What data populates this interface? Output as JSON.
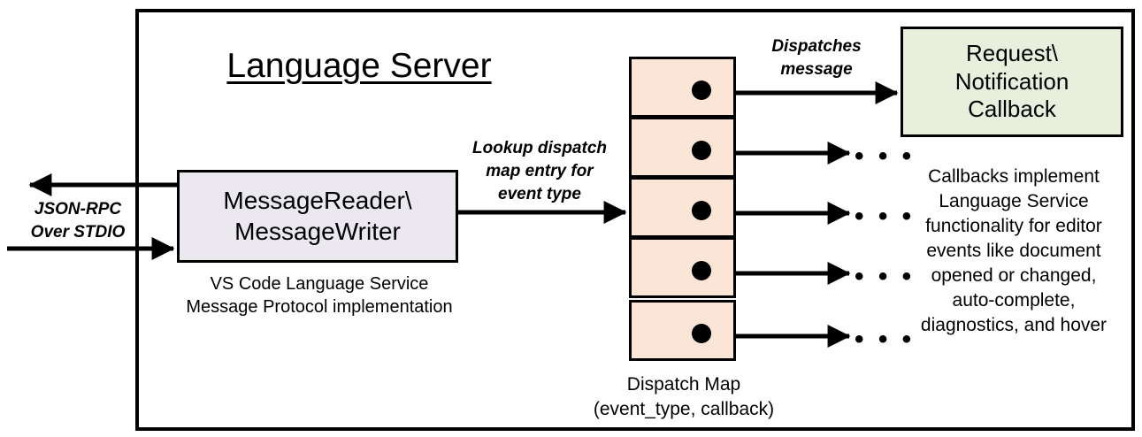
{
  "diagram": {
    "title": "Language Server",
    "frame_name": "language-server-boundary",
    "colors": {
      "reader_fill": "#EBE8F0",
      "dispatch_fill": "#FBE5D6",
      "callback_fill": "#E8EFDD",
      "stroke": "#000000",
      "background": "#FFFFFF"
    }
  },
  "external_io": {
    "label": "JSON-RPC\nOver STDIO",
    "outbound_arrow": "arrow-out-to-client",
    "inbound_arrow": "arrow-in-from-client"
  },
  "reader": {
    "box_label": "MessageReader\\\nMessageWriter",
    "caption": "VS Code Language Service\nMessage Protocol implementation"
  },
  "lookup": {
    "label": "Lookup dispatch\nmap entry for\nevent type"
  },
  "dispatch_map": {
    "caption": "Dispatch Map\n(event_type, callback)",
    "row_count": 5,
    "rows": [
      {
        "index": 1,
        "has_dot": true,
        "outgoing": "callback-box"
      },
      {
        "index": 2,
        "has_dot": true,
        "outgoing": "ellipsis"
      },
      {
        "index": 3,
        "has_dot": true,
        "outgoing": "ellipsis"
      },
      {
        "index": 4,
        "has_dot": true,
        "outgoing": "ellipsis"
      },
      {
        "index": 5,
        "has_dot": true,
        "outgoing": "ellipsis"
      }
    ],
    "ellipsis_glyph": "• • •"
  },
  "dispatches": {
    "label": "Dispatches\nmessage"
  },
  "callback": {
    "box_label": "Request\\\nNotification\nCallback",
    "caption": "Callbacks implement\nLanguage Service\nfunctionality for editor\nevents like document\nopened or changed,\nauto-complete,\ndiagnostics, and hover"
  }
}
